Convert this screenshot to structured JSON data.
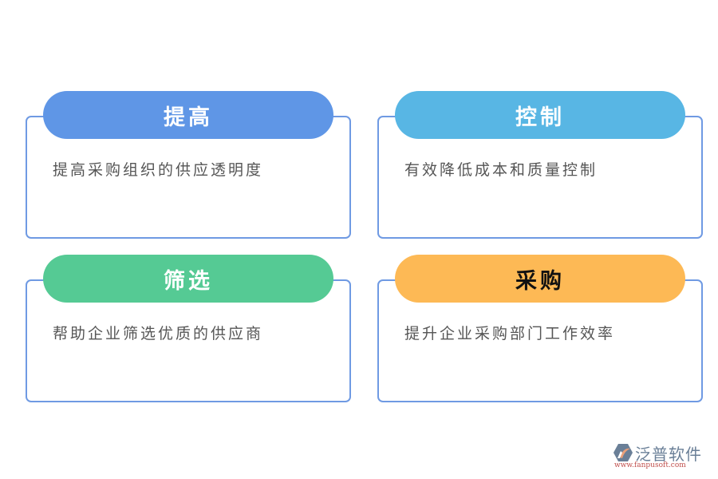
{
  "cards": [
    {
      "title": "提高",
      "description": "提高采购组织的供应透明度",
      "color": "#5f96e6",
      "title_color": "#ffffff"
    },
    {
      "title": "控制",
      "description": "有效降低成本和质量控制",
      "color": "#58b6e4",
      "title_color": "#ffffff"
    },
    {
      "title": "筛选",
      "description": "帮助企业筛选优质的供应商",
      "color": "#55ca94",
      "title_color": "#ffffff"
    },
    {
      "title": "采购",
      "description": "提升企业采购部门工作效率",
      "color": "#fdb955",
      "title_color": "#111111"
    }
  ],
  "watermark": {
    "name": "泛普软件",
    "url": "www.fanpusoft.com"
  },
  "colors": {
    "border": "#6f9ae3",
    "text": "#555555"
  }
}
